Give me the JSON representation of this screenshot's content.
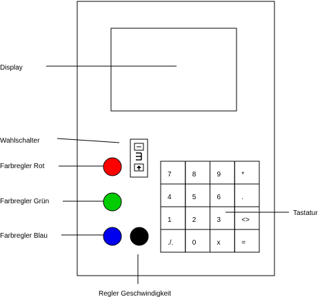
{
  "labels": {
    "display": "Display",
    "wahlschalter": "Wahlschalter",
    "rot": "Farbregler Rot",
    "gruen": "Farbregler Grün",
    "blau": "Farbregler Blau",
    "tastatur": "Tastatur",
    "geschwindigkeit": "Regler Geschwindigkeit"
  },
  "keypad": {
    "rows": [
      [
        "7",
        "8",
        "9",
        "*"
      ],
      [
        "4",
        "5",
        "6",
        "."
      ],
      [
        "1",
        "2",
        "3",
        "<>"
      ],
      [
        "./.",
        "0",
        "x",
        "="
      ]
    ]
  },
  "selector": {
    "positions": [
      "minus",
      "three-bars",
      "arrow-up"
    ]
  },
  "colors": {
    "red": "#ff0000",
    "green": "#00cc00",
    "blue": "#0000ee",
    "black": "#000000",
    "line": "#000000",
    "background": "#ffffff"
  },
  "icons": {
    "selector_top": "minus-icon",
    "selector_mid": "three-bars-icon",
    "selector_bottom": "arrow-up-icon"
  }
}
